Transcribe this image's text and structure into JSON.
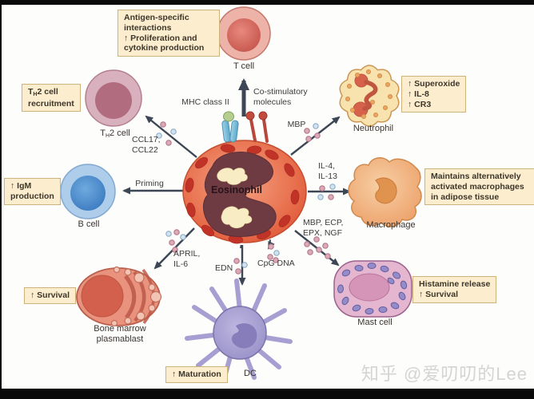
{
  "watermark": "知乎 @爱叨叨的Lee",
  "colors": {
    "box_bg": "#fbedcd",
    "box_border": "#cdb27c",
    "arrow": "#3c4654",
    "eosinophil_body": "#e15c3a",
    "granule_red": "#c13326",
    "nucleus_maroon": "#6e3b43",
    "watermark_gray": "#d4d4d4"
  },
  "eosinophil": {
    "label": "Eosinophil"
  },
  "receptors": {
    "mhc_label": "MHC class II",
    "costim_label": "Co-stimulatory\nmolecules"
  },
  "cells": {
    "t_cell": {
      "label": "T cell",
      "box": "Antigen-specific\ninteractions\n↑ Proliferation and\ncytokine production"
    },
    "th2": {
      "label_pre": "T",
      "sub": "H",
      "label_post": "2 cell",
      "box_line2": "recruitment"
    },
    "b_cell": {
      "label": "B cell",
      "box": "↑ IgM\nproduction"
    },
    "plasmablast": {
      "label": "Bone marrow\nplasmablast",
      "box": "↑ Survival"
    },
    "dc": {
      "label": "DC",
      "box": "↑ Maturation"
    },
    "mast_cell": {
      "label": "Mast cell",
      "box": "Histamine release\n↑ Survival"
    },
    "macrophage": {
      "label": "Macrophage",
      "box": "Maintains alternatively\nactivated macrophages\nin adipose tissue"
    },
    "neutrophil": {
      "label": "Neutrophil",
      "box": "↑ Superoxide\n↑ IL-8\n↑ CR3"
    }
  },
  "mediators": {
    "ccl": "CCL17,\nCCL22",
    "priming": "Priming",
    "april": "APRIL,\nIL-6",
    "edn": "EDN",
    "cpg": "CpG DNA",
    "mbp_ecp": "MBP, ECP,\nEPX, NGF",
    "il4": "IL-4,\nIL-13",
    "mbp": "MBP"
  }
}
